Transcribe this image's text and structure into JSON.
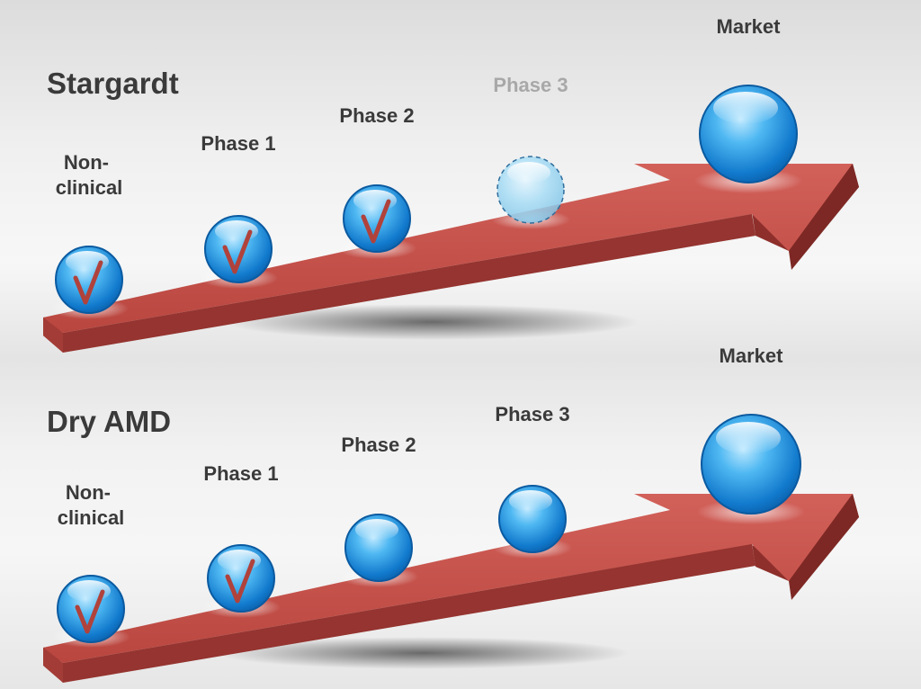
{
  "timelines": [
    {
      "title": "Stargardt",
      "stages": [
        {
          "label": "Non-\nclinical",
          "completed": true,
          "state": "complete"
        },
        {
          "label": "Phase 1",
          "completed": true,
          "state": "complete"
        },
        {
          "label": "Phase 2",
          "completed": true,
          "state": "complete"
        },
        {
          "label": "Phase 3",
          "completed": false,
          "state": "planned"
        },
        {
          "label": "Market",
          "completed": false,
          "state": "target"
        }
      ]
    },
    {
      "title": "Dry AMD",
      "stages": [
        {
          "label": "Non-\nclinical",
          "completed": true,
          "state": "complete"
        },
        {
          "label": "Phase 1",
          "completed": true,
          "state": "complete"
        },
        {
          "label": "Phase 2",
          "completed": false,
          "state": "pending"
        },
        {
          "label": "Phase 3",
          "completed": false,
          "state": "pending"
        },
        {
          "label": "Market",
          "completed": false,
          "state": "target"
        }
      ]
    }
  ],
  "colors": {
    "arrow_top": "#c85650",
    "arrow_side": "#8e2f2b",
    "sphere": "#1a8fe0",
    "check": "#b0423c",
    "text": "#3a3a3a",
    "faded_text": "#a8a8a8"
  },
  "icons": {
    "sphere": "sphere-icon",
    "check": "checkmark-icon"
  }
}
